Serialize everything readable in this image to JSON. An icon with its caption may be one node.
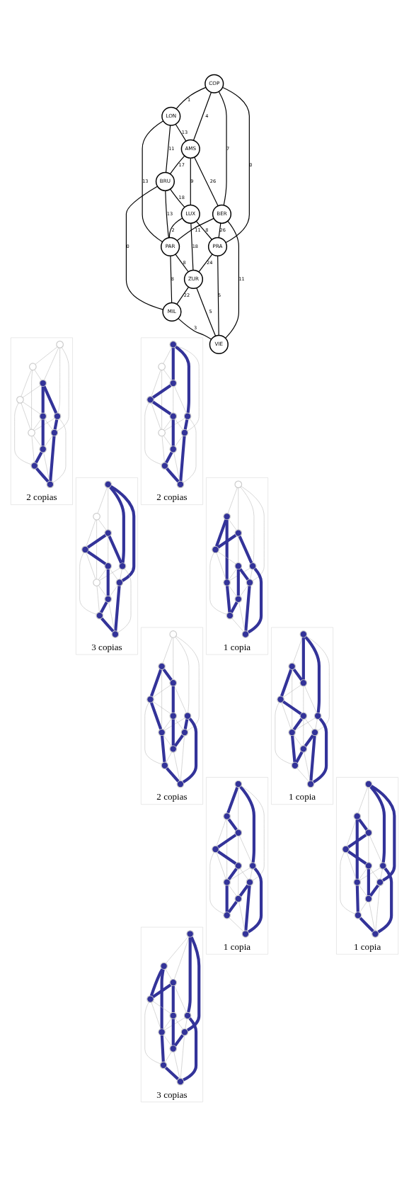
{
  "diagram": {
    "nodes": [
      {
        "text": [
          "COP"
        ]
      },
      {
        "text": [
          "LON"
        ]
      },
      {
        "text": [
          "AMS"
        ]
      },
      {
        "text": [
          "BER"
        ]
      },
      {
        "text": [
          "BRU"
        ]
      },
      {
        "text": [
          "LUX"
        ]
      },
      {
        "text": [
          "PRA"
        ]
      },
      {
        "text": [
          "PAR"
        ]
      },
      {
        "text": [
          "ZUR"
        ]
      },
      {
        "text": [
          "VIE"
        ]
      },
      {
        "text": [
          "MIL"
        ]
      },
      {
        "text": [
          "2 copias"
        ]
      },
      {
        "text": [],
        "shape": "circle",
        "in": 11
      },
      {
        "text": [],
        "shape": "circle",
        "in": 11
      },
      {
        "text": [],
        "shape": "circle",
        "in": 11
      },
      {
        "text": [],
        "shape": "circle",
        "in": 11
      },
      {
        "text": [],
        "shape": "circle",
        "in": 11
      },
      {
        "text": [],
        "shape": "circle",
        "in": 11
      },
      {
        "text": [],
        "shape": "circle",
        "in": 11
      },
      {
        "text": [],
        "shape": "circle",
        "in": 11
      },
      {
        "text": [],
        "shape": "circle",
        "in": 11
      },
      {
        "text": [],
        "shape": "circle",
        "in": 11
      },
      {
        "text": [],
        "shape": "circle",
        "in": 11
      },
      {
        "text": [
          "2 copias"
        ]
      },
      {
        "text": [],
        "shape": "circle",
        "in": 23
      },
      {
        "text": [],
        "shape": "circle",
        "in": 23
      },
      {
        "text": [],
        "shape": "circle",
        "in": 23
      },
      {
        "text": [],
        "shape": "circle",
        "in": 23
      },
      {
        "text": [],
        "shape": "circle",
        "in": 23
      },
      {
        "text": [],
        "shape": "circle",
        "in": 23
      },
      {
        "text": [],
        "shape": "circle",
        "in": 23
      },
      {
        "text": [],
        "shape": "circle",
        "in": 23
      },
      {
        "text": [],
        "shape": "circle",
        "in": 23
      },
      {
        "text": [],
        "shape": "circle",
        "in": 23
      },
      {
        "text": [],
        "shape": "circle",
        "in": 23
      },
      {
        "text": [
          "3 copias"
        ]
      },
      {
        "text": [],
        "shape": "circle",
        "in": 35
      },
      {
        "text": [],
        "shape": "circle",
        "in": 35
      },
      {
        "text": [],
        "shape": "circle",
        "in": 35
      },
      {
        "text": [],
        "shape": "circle",
        "in": 35
      },
      {
        "text": [],
        "shape": "circle",
        "in": 35
      },
      {
        "text": [],
        "shape": "circle",
        "in": 35
      },
      {
        "text": [],
        "shape": "circle",
        "in": 35
      },
      {
        "text": [],
        "shape": "circle",
        "in": 35
      },
      {
        "text": [],
        "shape": "circle",
        "in": 35
      },
      {
        "text": [],
        "shape": "circle",
        "in": 35
      },
      {
        "text": [],
        "shape": "circle",
        "in": 35
      },
      {
        "text": [
          "1 copia"
        ]
      },
      {
        "text": [],
        "shape": "circle",
        "in": 47
      },
      {
        "text": [],
        "shape": "circle",
        "in": 47
      },
      {
        "text": [],
        "shape": "circle",
        "in": 47
      },
      {
        "text": [],
        "shape": "circle",
        "in": 47
      },
      {
        "text": [],
        "shape": "circle",
        "in": 47
      },
      {
        "text": [],
        "shape": "circle",
        "in": 47
      },
      {
        "text": [],
        "shape": "circle",
        "in": 47
      },
      {
        "text": [],
        "shape": "circle",
        "in": 47
      },
      {
        "text": [],
        "shape": "circle",
        "in": 47
      },
      {
        "text": [],
        "shape": "circle",
        "in": 47
      },
      {
        "text": [],
        "shape": "circle",
        "in": 47
      },
      {
        "text": [
          "2 copias"
        ]
      },
      {
        "text": [],
        "shape": "circle",
        "in": 59
      },
      {
        "text": [],
        "shape": "circle",
        "in": 59
      },
      {
        "text": [],
        "shape": "circle",
        "in": 59
      },
      {
        "text": [],
        "shape": "circle",
        "in": 59
      },
      {
        "text": [],
        "shape": "circle",
        "in": 59
      },
      {
        "text": [],
        "shape": "circle",
        "in": 59
      },
      {
        "text": [],
        "shape": "circle",
        "in": 59
      },
      {
        "text": [],
        "shape": "circle",
        "in": 59
      },
      {
        "text": [],
        "shape": "circle",
        "in": 59
      },
      {
        "text": [],
        "shape": "circle",
        "in": 59
      },
      {
        "text": [],
        "shape": "circle",
        "in": 59
      },
      {
        "text": [
          "1 copia"
        ]
      },
      {
        "text": [],
        "shape": "circle",
        "in": 71
      },
      {
        "text": [],
        "shape": "circle",
        "in": 71
      },
      {
        "text": [],
        "shape": "circle",
        "in": 71
      },
      {
        "text": [],
        "shape": "circle",
        "in": 71
      },
      {
        "text": [],
        "shape": "circle",
        "in": 71
      },
      {
        "text": [],
        "shape": "circle",
        "in": 71
      },
      {
        "text": [],
        "shape": "circle",
        "in": 71
      },
      {
        "text": [],
        "shape": "circle",
        "in": 71
      },
      {
        "text": [],
        "shape": "circle",
        "in": 71
      },
      {
        "text": [],
        "shape": "circle",
        "in": 71
      },
      {
        "text": [],
        "shape": "circle",
        "in": 71
      },
      {
        "text": [
          "1 copia"
        ]
      },
      {
        "text": [],
        "shape": "circle",
        "in": 83
      },
      {
        "text": [],
        "shape": "circle",
        "in": 83
      },
      {
        "text": [],
        "shape": "circle",
        "in": 83
      },
      {
        "text": [],
        "shape": "circle",
        "in": 83
      },
      {
        "text": [],
        "shape": "circle",
        "in": 83
      },
      {
        "text": [],
        "shape": "circle",
        "in": 83
      },
      {
        "text": [],
        "shape": "circle",
        "in": 83
      },
      {
        "text": [],
        "shape": "circle",
        "in": 83
      },
      {
        "text": [],
        "shape": "circle",
        "in": 83
      },
      {
        "text": [],
        "shape": "circle",
        "in": 83
      },
      {
        "text": [],
        "shape": "circle",
        "in": 83
      },
      {
        "text": [
          "1 copia"
        ]
      },
      {
        "text": [],
        "shape": "circle",
        "in": 95
      },
      {
        "text": [],
        "shape": "circle",
        "in": 95
      },
      {
        "text": [],
        "shape": "circle",
        "in": 95
      },
      {
        "text": [],
        "shape": "circle",
        "in": 95
      },
      {
        "text": [],
        "shape": "circle",
        "in": 95
      },
      {
        "text": [],
        "shape": "circle",
        "in": 95
      },
      {
        "text": [],
        "shape": "circle",
        "in": 95
      },
      {
        "text": [],
        "shape": "circle",
        "in": 95
      },
      {
        "text": [],
        "shape": "circle",
        "in": 95
      },
      {
        "text": [],
        "shape": "circle",
        "in": 95
      },
      {
        "text": [],
        "shape": "circle",
        "in": 95
      },
      {
        "text": [
          "3 copias"
        ]
      },
      {
        "text": [],
        "shape": "circle",
        "in": 107
      },
      {
        "text": [],
        "shape": "circle",
        "in": 107
      },
      {
        "text": [],
        "shape": "circle",
        "in": 107
      },
      {
        "text": [],
        "shape": "circle",
        "in": 107
      },
      {
        "text": [],
        "shape": "circle",
        "in": 107
      },
      {
        "text": [],
        "shape": "circle",
        "in": 107
      },
      {
        "text": [],
        "shape": "circle",
        "in": 107
      },
      {
        "text": [],
        "shape": "circle",
        "in": 107
      },
      {
        "text": [],
        "shape": "circle",
        "in": 107
      },
      {
        "text": [],
        "shape": "circle",
        "in": 107
      },
      {
        "text": [],
        "shape": "circle",
        "in": 107
      }
    ],
    "edges": [
      {
        "from": 0,
        "to": 1,
        "arrow": "none",
        "label": "1",
        "color": "#000000"
      },
      {
        "from": 0,
        "to": 2,
        "arrow": "none",
        "label": "4",
        "color": "#000000"
      },
      {
        "from": 0,
        "to": 6,
        "arrow": "none",
        "label": "0",
        "color": "#000000"
      },
      {
        "from": 0,
        "to": 3,
        "arrow": "none",
        "label": "7",
        "color": "#000000"
      },
      {
        "from": 1,
        "to": 2,
        "arrow": "none",
        "label": "13",
        "color": "#000000"
      },
      {
        "from": 1,
        "to": 4,
        "arrow": "none",
        "label": "11",
        "color": "#000000"
      },
      {
        "from": 1,
        "to": 7,
        "arrow": "none",
        "label": "13",
        "color": "#000000"
      },
      {
        "from": 2,
        "to": 3,
        "arrow": "none",
        "label": "26",
        "color": "#000000"
      },
      {
        "from": 2,
        "to": 4,
        "arrow": "none",
        "label": "17",
        "color": "#000000"
      },
      {
        "from": 2,
        "to": 5,
        "arrow": "none",
        "label": "9",
        "color": "#000000"
      },
      {
        "from": 4,
        "to": 5,
        "arrow": "none",
        "label": "18",
        "color": "#000000"
      },
      {
        "from": 4,
        "to": 7,
        "arrow": "none",
        "label": "13",
        "color": "#000000"
      },
      {
        "from": 4,
        "to": 10,
        "arrow": "none",
        "label": "0",
        "color": "#000000"
      },
      {
        "from": 5,
        "to": 7,
        "arrow": "none",
        "label": "2",
        "color": "#000000"
      },
      {
        "from": 5,
        "to": 6,
        "arrow": "none",
        "label": "8",
        "color": "#000000"
      },
      {
        "from": 5,
        "to": 8,
        "arrow": "none",
        "label": "18",
        "color": "#000000"
      },
      {
        "from": 3,
        "to": 7,
        "arrow": "none",
        "label": "11",
        "color": "#000000"
      },
      {
        "from": 3,
        "to": 6,
        "arrow": "none",
        "label": "26",
        "color": "#000000"
      },
      {
        "from": 3,
        "to": 9,
        "arrow": "none",
        "label": "11",
        "color": "#000000"
      },
      {
        "from": 6,
        "to": 8,
        "arrow": "none",
        "label": "24",
        "color": "#000000"
      },
      {
        "from": 6,
        "to": 9,
        "arrow": "none",
        "label": "5",
        "color": "#000000"
      },
      {
        "from": 7,
        "to": 8,
        "arrow": "none",
        "label": "8",
        "color": "#000000"
      },
      {
        "from": 7,
        "to": 10,
        "arrow": "none",
        "label": "8",
        "color": "#000000"
      },
      {
        "from": 8,
        "to": 9,
        "arrow": "none",
        "label": "5",
        "color": "#000000"
      },
      {
        "from": 8,
        "to": 10,
        "arrow": "none",
        "label": "22",
        "color": "#000000"
      },
      {
        "from": 10,
        "to": 9,
        "arrow": "none",
        "label": "3",
        "color": "#000000"
      },
      {
        "from": 12,
        "to": 13,
        "arrow": "none"
      },
      {
        "from": 12,
        "to": 14,
        "arrow": "none"
      },
      {
        "from": 12,
        "to": 18,
        "arrow": "none"
      },
      {
        "from": 12,
        "to": 15,
        "arrow": "none"
      },
      {
        "from": 13,
        "to": 14,
        "arrow": "none"
      },
      {
        "from": 13,
        "to": 16,
        "arrow": "none"
      },
      {
        "from": 13,
        "to": 19,
        "arrow": "none"
      },
      {
        "from": 14,
        "to": 15,
        "arrow": "none",
        "style": "thick",
        "color": "#333399"
      },
      {
        "from": 14,
        "to": 16,
        "arrow": "none"
      },
      {
        "from": 14,
        "to": 17,
        "arrow": "none",
        "style": "thick",
        "color": "#333399"
      },
      {
        "from": 16,
        "to": 17,
        "arrow": "none"
      },
      {
        "from": 16,
        "to": 19,
        "arrow": "none"
      },
      {
        "from": 16,
        "to": 22,
        "arrow": "none"
      },
      {
        "from": 17,
        "to": 19,
        "arrow": "none"
      },
      {
        "from": 17,
        "to": 18,
        "arrow": "none"
      },
      {
        "from": 17,
        "to": 20,
        "arrow": "none",
        "style": "thick",
        "color": "#333399"
      },
      {
        "from": 15,
        "to": 19,
        "arrow": "none"
      },
      {
        "from": 15,
        "to": 18,
        "arrow": "none",
        "style": "thick",
        "color": "#333399"
      },
      {
        "from": 15,
        "to": 21,
        "arrow": "none"
      },
      {
        "from": 18,
        "to": 20,
        "arrow": "none"
      },
      {
        "from": 18,
        "to": 21,
        "arrow": "none",
        "style": "thick",
        "color": "#333399"
      },
      {
        "from": 19,
        "to": 20,
        "arrow": "none"
      },
      {
        "from": 19,
        "to": 22,
        "arrow": "none"
      },
      {
        "from": 20,
        "to": 21,
        "arrow": "none"
      },
      {
        "from": 20,
        "to": 22,
        "arrow": "none",
        "style": "thick",
        "color": "#333399"
      },
      {
        "from": 22,
        "to": 21,
        "arrow": "none",
        "style": "thick",
        "color": "#333399"
      },
      {
        "from": 24,
        "to": 25,
        "arrow": "none"
      },
      {
        "from": 24,
        "to": 26,
        "arrow": "none",
        "style": "thick",
        "color": "#333399"
      },
      {
        "from": 24,
        "to": 30,
        "arrow": "none"
      },
      {
        "from": 24,
        "to": 27,
        "arrow": "none",
        "style": "thick",
        "color": "#333399"
      },
      {
        "from": 25,
        "to": 26,
        "arrow": "none"
      },
      {
        "from": 25,
        "to": 28,
        "arrow": "none"
      },
      {
        "from": 25,
        "to": 31,
        "arrow": "none"
      },
      {
        "from": 26,
        "to": 27,
        "arrow": "none"
      },
      {
        "from": 26,
        "to": 28,
        "arrow": "none",
        "style": "thick",
        "color": "#333399"
      },
      {
        "from": 26,
        "to": 29,
        "arrow": "none"
      },
      {
        "from": 28,
        "to": 29,
        "arrow": "none",
        "style": "thick",
        "color": "#333399"
      },
      {
        "from": 28,
        "to": 31,
        "arrow": "none"
      },
      {
        "from": 28,
        "to": 34,
        "arrow": "none"
      },
      {
        "from": 29,
        "to": 31,
        "arrow": "none"
      },
      {
        "from": 29,
        "to": 30,
        "arrow": "none"
      },
      {
        "from": 29,
        "to": 32,
        "arrow": "none",
        "style": "thick",
        "color": "#333399"
      },
      {
        "from": 27,
        "to": 31,
        "arrow": "none"
      },
      {
        "from": 27,
        "to": 30,
        "arrow": "none",
        "style": "thick",
        "color": "#333399"
      },
      {
        "from": 27,
        "to": 33,
        "arrow": "none"
      },
      {
        "from": 30,
        "to": 32,
        "arrow": "none"
      },
      {
        "from": 30,
        "to": 33,
        "arrow": "none",
        "style": "thick",
        "color": "#333399"
      },
      {
        "from": 31,
        "to": 32,
        "arrow": "none"
      },
      {
        "from": 31,
        "to": 34,
        "arrow": "none"
      },
      {
        "from": 32,
        "to": 33,
        "arrow": "none"
      },
      {
        "from": 32,
        "to": 34,
        "arrow": "none",
        "style": "thick",
        "color": "#333399"
      },
      {
        "from": 34,
        "to": 33,
        "arrow": "none",
        "style": "thick",
        "color": "#333399"
      },
      {
        "from": 36,
        "to": 37,
        "arrow": "none"
      },
      {
        "from": 36,
        "to": 38,
        "arrow": "none"
      },
      {
        "from": 36,
        "to": 42,
        "arrow": "none",
        "style": "thick",
        "color": "#333399"
      },
      {
        "from": 36,
        "to": 39,
        "arrow": "none",
        "style": "thick",
        "color": "#333399"
      },
      {
        "from": 37,
        "to": 38,
        "arrow": "none"
      },
      {
        "from": 37,
        "to": 40,
        "arrow": "none"
      },
      {
        "from": 37,
        "to": 43,
        "arrow": "none"
      },
      {
        "from": 38,
        "to": 39,
        "arrow": "none",
        "style": "thick",
        "color": "#333399"
      },
      {
        "from": 38,
        "to": 40,
        "arrow": "none",
        "style": "thick",
        "color": "#333399"
      },
      {
        "from": 38,
        "to": 41,
        "arrow": "none"
      },
      {
        "from": 40,
        "to": 41,
        "arrow": "none",
        "style": "thick",
        "color": "#333399"
      },
      {
        "from": 40,
        "to": 43,
        "arrow": "none"
      },
      {
        "from": 40,
        "to": 46,
        "arrow": "none"
      },
      {
        "from": 41,
        "to": 43,
        "arrow": "none"
      },
      {
        "from": 41,
        "to": 42,
        "arrow": "none"
      },
      {
        "from": 41,
        "to": 44,
        "arrow": "none",
        "style": "thick",
        "color": "#333399"
      },
      {
        "from": 39,
        "to": 43,
        "arrow": "none"
      },
      {
        "from": 39,
        "to": 42,
        "arrow": "none"
      },
      {
        "from": 39,
        "to": 45,
        "arrow": "none"
      },
      {
        "from": 42,
        "to": 44,
        "arrow": "none"
      },
      {
        "from": 42,
        "to": 45,
        "arrow": "none",
        "style": "thick",
        "color": "#333399"
      },
      {
        "from": 43,
        "to": 44,
        "arrow": "none"
      },
      {
        "from": 43,
        "to": 46,
        "arrow": "none"
      },
      {
        "from": 44,
        "to": 45,
        "arrow": "none"
      },
      {
        "from": 44,
        "to": 46,
        "arrow": "none",
        "style": "thick",
        "color": "#333399"
      },
      {
        "from": 46,
        "to": 45,
        "arrow": "none",
        "style": "thick",
        "color": "#333399"
      },
      {
        "from": 48,
        "to": 49,
        "arrow": "none"
      },
      {
        "from": 48,
        "to": 50,
        "arrow": "none"
      },
      {
        "from": 48,
        "to": 54,
        "arrow": "none"
      },
      {
        "from": 48,
        "to": 51,
        "arrow": "none"
      },
      {
        "from": 49,
        "to": 50,
        "arrow": "none"
      },
      {
        "from": 49,
        "to": 52,
        "arrow": "none",
        "style": "thick",
        "color": "#333399"
      },
      {
        "from": 49,
        "to": 55,
        "arrow": "none",
        "style": "thick",
        "color": "#333399"
      },
      {
        "from": 50,
        "to": 51,
        "arrow": "none",
        "style": "thick",
        "color": "#333399"
      },
      {
        "from": 50,
        "to": 52,
        "arrow": "none",
        "style": "thick",
        "color": "#333399"
      },
      {
        "from": 50,
        "to": 53,
        "arrow": "none"
      },
      {
        "from": 52,
        "to": 53,
        "arrow": "none"
      },
      {
        "from": 52,
        "to": 55,
        "arrow": "none"
      },
      {
        "from": 52,
        "to": 58,
        "arrow": "none"
      },
      {
        "from": 53,
        "to": 55,
        "arrow": "none"
      },
      {
        "from": 53,
        "to": 54,
        "arrow": "none",
        "style": "thick",
        "color": "#333399"
      },
      {
        "from": 53,
        "to": 56,
        "arrow": "none",
        "style": "thick",
        "color": "#333399"
      },
      {
        "from": 51,
        "to": 55,
        "arrow": "none"
      },
      {
        "from": 51,
        "to": 54,
        "arrow": "none"
      },
      {
        "from": 51,
        "to": 57,
        "arrow": "none",
        "style": "thick",
        "color": "#333399"
      },
      {
        "from": 54,
        "to": 56,
        "arrow": "none"
      },
      {
        "from": 54,
        "to": 57,
        "arrow": "none",
        "style": "thick",
        "color": "#333399"
      },
      {
        "from": 55,
        "to": 56,
        "arrow": "none"
      },
      {
        "from": 55,
        "to": 58,
        "arrow": "none",
        "style": "thick",
        "color": "#333399"
      },
      {
        "from": 56,
        "to": 57,
        "arrow": "none"
      },
      {
        "from": 56,
        "to": 58,
        "arrow": "none",
        "style": "thick",
        "color": "#333399"
      },
      {
        "from": 58,
        "to": 57,
        "arrow": "none"
      },
      {
        "from": 60,
        "to": 61,
        "arrow": "none"
      },
      {
        "from": 60,
        "to": 62,
        "arrow": "none"
      },
      {
        "from": 60,
        "to": 66,
        "arrow": "none"
      },
      {
        "from": 60,
        "to": 63,
        "arrow": "none"
      },
      {
        "from": 61,
        "to": 62,
        "arrow": "none",
        "style": "thick",
        "color": "#333399"
      },
      {
        "from": 61,
        "to": 64,
        "arrow": "none",
        "style": "thick",
        "color": "#333399"
      },
      {
        "from": 61,
        "to": 67,
        "arrow": "none"
      },
      {
        "from": 62,
        "to": 63,
        "arrow": "none"
      },
      {
        "from": 62,
        "to": 64,
        "arrow": "none"
      },
      {
        "from": 62,
        "to": 65,
        "arrow": "none",
        "style": "thick",
        "color": "#333399"
      },
      {
        "from": 64,
        "to": 65,
        "arrow": "none"
      },
      {
        "from": 64,
        "to": 67,
        "arrow": "none",
        "style": "thick",
        "color": "#333399"
      },
      {
        "from": 64,
        "to": 70,
        "arrow": "none"
      },
      {
        "from": 65,
        "to": 67,
        "arrow": "none"
      },
      {
        "from": 65,
        "to": 66,
        "arrow": "none"
      },
      {
        "from": 65,
        "to": 68,
        "arrow": "none",
        "style": "thick",
        "color": "#333399"
      },
      {
        "from": 63,
        "to": 67,
        "arrow": "none"
      },
      {
        "from": 63,
        "to": 66,
        "arrow": "none",
        "style": "thick",
        "color": "#333399"
      },
      {
        "from": 63,
        "to": 69,
        "arrow": "none",
        "style": "thick",
        "color": "#333399"
      },
      {
        "from": 66,
        "to": 68,
        "arrow": "none",
        "style": "thick",
        "color": "#333399"
      },
      {
        "from": 66,
        "to": 69,
        "arrow": "none"
      },
      {
        "from": 67,
        "to": 68,
        "arrow": "none"
      },
      {
        "from": 67,
        "to": 70,
        "arrow": "none",
        "style": "thick",
        "color": "#333399"
      },
      {
        "from": 68,
        "to": 69,
        "arrow": "none"
      },
      {
        "from": 68,
        "to": 70,
        "arrow": "none"
      },
      {
        "from": 70,
        "to": 69,
        "arrow": "none",
        "style": "thick",
        "color": "#333399"
      },
      {
        "from": 72,
        "to": 73,
        "arrow": "none"
      },
      {
        "from": 72,
        "to": 74,
        "arrow": "none",
        "style": "thick",
        "color": "#333399"
      },
      {
        "from": 72,
        "to": 78,
        "arrow": "none"
      },
      {
        "from": 72,
        "to": 75,
        "arrow": "none",
        "style": "thick",
        "color": "#333399"
      },
      {
        "from": 73,
        "to": 74,
        "arrow": "none",
        "style": "thick",
        "color": "#333399"
      },
      {
        "from": 73,
        "to": 76,
        "arrow": "none",
        "style": "thick",
        "color": "#333399"
      },
      {
        "from": 73,
        "to": 79,
        "arrow": "none"
      },
      {
        "from": 74,
        "to": 75,
        "arrow": "none"
      },
      {
        "from": 74,
        "to": 76,
        "arrow": "none"
      },
      {
        "from": 74,
        "to": 77,
        "arrow": "none"
      },
      {
        "from": 76,
        "to": 77,
        "arrow": "none",
        "style": "thick",
        "color": "#333399"
      },
      {
        "from": 76,
        "to": 79,
        "arrow": "none"
      },
      {
        "from": 76,
        "to": 82,
        "arrow": "none"
      },
      {
        "from": 77,
        "to": 79,
        "arrow": "none",
        "style": "thick",
        "color": "#333399"
      },
      {
        "from": 77,
        "to": 78,
        "arrow": "none"
      },
      {
        "from": 77,
        "to": 80,
        "arrow": "none"
      },
      {
        "from": 75,
        "to": 79,
        "arrow": "none"
      },
      {
        "from": 75,
        "to": 78,
        "arrow": "none"
      },
      {
        "from": 75,
        "to": 81,
        "arrow": "none",
        "style": "thick",
        "color": "#333399"
      },
      {
        "from": 78,
        "to": 80,
        "arrow": "none",
        "style": "thick",
        "color": "#333399"
      },
      {
        "from": 78,
        "to": 81,
        "arrow": "none",
        "style": "thick",
        "color": "#333399"
      },
      {
        "from": 79,
        "to": 80,
        "arrow": "none"
      },
      {
        "from": 79,
        "to": 82,
        "arrow": "none",
        "style": "thick",
        "color": "#333399"
      },
      {
        "from": 80,
        "to": 81,
        "arrow": "none"
      },
      {
        "from": 80,
        "to": 82,
        "arrow": "none",
        "style": "thick",
        "color": "#333399"
      },
      {
        "from": 82,
        "to": 81,
        "arrow": "none"
      },
      {
        "from": 84,
        "to": 85,
        "arrow": "none",
        "style": "thick",
        "color": "#333399"
      },
      {
        "from": 84,
        "to": 86,
        "arrow": "none"
      },
      {
        "from": 84,
        "to": 90,
        "arrow": "none"
      },
      {
        "from": 84,
        "to": 87,
        "arrow": "none",
        "style": "thick",
        "color": "#333399"
      },
      {
        "from": 85,
        "to": 86,
        "arrow": "none",
        "style": "thick",
        "color": "#333399"
      },
      {
        "from": 85,
        "to": 88,
        "arrow": "none"
      },
      {
        "from": 85,
        "to": 91,
        "arrow": "none"
      },
      {
        "from": 86,
        "to": 87,
        "arrow": "none"
      },
      {
        "from": 86,
        "to": 88,
        "arrow": "none",
        "style": "thick",
        "color": "#333399"
      },
      {
        "from": 86,
        "to": 89,
        "arrow": "none"
      },
      {
        "from": 88,
        "to": 89,
        "arrow": "none",
        "style": "thick",
        "color": "#333399"
      },
      {
        "from": 88,
        "to": 91,
        "arrow": "none"
      },
      {
        "from": 88,
        "to": 94,
        "arrow": "none"
      },
      {
        "from": 89,
        "to": 91,
        "arrow": "none",
        "style": "thick",
        "color": "#333399"
      },
      {
        "from": 89,
        "to": 90,
        "arrow": "none"
      },
      {
        "from": 89,
        "to": 92,
        "arrow": "none"
      },
      {
        "from": 87,
        "to": 91,
        "arrow": "none"
      },
      {
        "from": 87,
        "to": 90,
        "arrow": "none"
      },
      {
        "from": 87,
        "to": 93,
        "arrow": "none",
        "style": "thick",
        "color": "#333399"
      },
      {
        "from": 90,
        "to": 92,
        "arrow": "none",
        "style": "thick",
        "color": "#333399"
      },
      {
        "from": 90,
        "to": 93,
        "arrow": "none",
        "style": "thick",
        "color": "#333399"
      },
      {
        "from": 91,
        "to": 92,
        "arrow": "none"
      },
      {
        "from": 91,
        "to": 94,
        "arrow": "none",
        "style": "thick",
        "color": "#333399"
      },
      {
        "from": 92,
        "to": 93,
        "arrow": "none"
      },
      {
        "from": 92,
        "to": 94,
        "arrow": "none",
        "style": "thick",
        "color": "#333399"
      },
      {
        "from": 94,
        "to": 93,
        "arrow": "none"
      },
      {
        "from": 96,
        "to": 97,
        "arrow": "none"
      },
      {
        "from": 96,
        "to": 98,
        "arrow": "none"
      },
      {
        "from": 96,
        "to": 102,
        "arrow": "none",
        "style": "thick",
        "color": "#333399"
      },
      {
        "from": 96,
        "to": 99,
        "arrow": "none",
        "style": "thick",
        "color": "#333399"
      },
      {
        "from": 97,
        "to": 98,
        "arrow": "none",
        "style": "thick",
        "color": "#333399"
      },
      {
        "from": 97,
        "to": 100,
        "arrow": "none"
      },
      {
        "from": 97,
        "to": 103,
        "arrow": "none",
        "style": "thick",
        "color": "#333399"
      },
      {
        "from": 98,
        "to": 99,
        "arrow": "none"
      },
      {
        "from": 98,
        "to": 100,
        "arrow": "none",
        "style": "thick",
        "color": "#333399"
      },
      {
        "from": 98,
        "to": 101,
        "arrow": "none"
      },
      {
        "from": 100,
        "to": 101,
        "arrow": "none",
        "style": "thick",
        "color": "#333399"
      },
      {
        "from": 100,
        "to": 103,
        "arrow": "none"
      },
      {
        "from": 100,
        "to": 106,
        "arrow": "none"
      },
      {
        "from": 101,
        "to": 103,
        "arrow": "none"
      },
      {
        "from": 101,
        "to": 102,
        "arrow": "none"
      },
      {
        "from": 101,
        "to": 104,
        "arrow": "none",
        "style": "thick",
        "color": "#333399"
      },
      {
        "from": 99,
        "to": 103,
        "arrow": "none"
      },
      {
        "from": 99,
        "to": 102,
        "arrow": "none"
      },
      {
        "from": 99,
        "to": 105,
        "arrow": "none",
        "style": "thick",
        "color": "#333399"
      },
      {
        "from": 102,
        "to": 104,
        "arrow": "none",
        "style": "thick",
        "color": "#333399"
      },
      {
        "from": 102,
        "to": 105,
        "arrow": "none"
      },
      {
        "from": 103,
        "to": 104,
        "arrow": "none"
      },
      {
        "from": 103,
        "to": 106,
        "arrow": "none",
        "style": "thick",
        "color": "#333399"
      },
      {
        "from": 104,
        "to": 105,
        "arrow": "none"
      },
      {
        "from": 104,
        "to": 106,
        "arrow": "none"
      },
      {
        "from": 106,
        "to": 105,
        "arrow": "none",
        "style": "thick",
        "color": "#333399"
      },
      {
        "from": 108,
        "to": 109,
        "arrow": "none"
      },
      {
        "from": 108,
        "to": 110,
        "arrow": "none"
      },
      {
        "from": 108,
        "to": 114,
        "arrow": "none",
        "style": "thick",
        "color": "#333399"
      },
      {
        "from": 108,
        "to": 111,
        "arrow": "none",
        "style": "thick",
        "color": "#333399"
      },
      {
        "from": 109,
        "to": 110,
        "arrow": "none"
      },
      {
        "from": 109,
        "to": 112,
        "arrow": "none",
        "style": "thick",
        "color": "#333399"
      },
      {
        "from": 109,
        "to": 115,
        "arrow": "none",
        "style": "thick",
        "color": "#333399"
      },
      {
        "from": 110,
        "to": 111,
        "arrow": "none"
      },
      {
        "from": 110,
        "to": 112,
        "arrow": "none",
        "style": "thick",
        "color": "#333399"
      },
      {
        "from": 110,
        "to": 113,
        "arrow": "none",
        "style": "thick",
        "color": "#333399"
      },
      {
        "from": 112,
        "to": 113,
        "arrow": "none"
      },
      {
        "from": 112,
        "to": 115,
        "arrow": "none"
      },
      {
        "from": 112,
        "to": 118,
        "arrow": "none"
      },
      {
        "from": 113,
        "to": 115,
        "arrow": "none"
      },
      {
        "from": 113,
        "to": 114,
        "arrow": "none"
      },
      {
        "from": 113,
        "to": 116,
        "arrow": "none",
        "style": "thick",
        "color": "#333399"
      },
      {
        "from": 111,
        "to": 115,
        "arrow": "none"
      },
      {
        "from": 111,
        "to": 114,
        "arrow": "none"
      },
      {
        "from": 111,
        "to": 117,
        "arrow": "none",
        "style": "thick",
        "color": "#333399"
      },
      {
        "from": 114,
        "to": 116,
        "arrow": "none",
        "style": "thick",
        "color": "#333399"
      },
      {
        "from": 114,
        "to": 117,
        "arrow": "none"
      },
      {
        "from": 115,
        "to": 116,
        "arrow": "none"
      },
      {
        "from": 115,
        "to": 118,
        "arrow": "none",
        "style": "thick",
        "color": "#333399"
      },
      {
        "from": 116,
        "to": 117,
        "arrow": "none"
      },
      {
        "from": 116,
        "to": 118,
        "arrow": "none"
      },
      {
        "from": 118,
        "to": 117,
        "arrow": "none",
        "style": "thick",
        "color": "#333399"
      }
    ]
  }
}
